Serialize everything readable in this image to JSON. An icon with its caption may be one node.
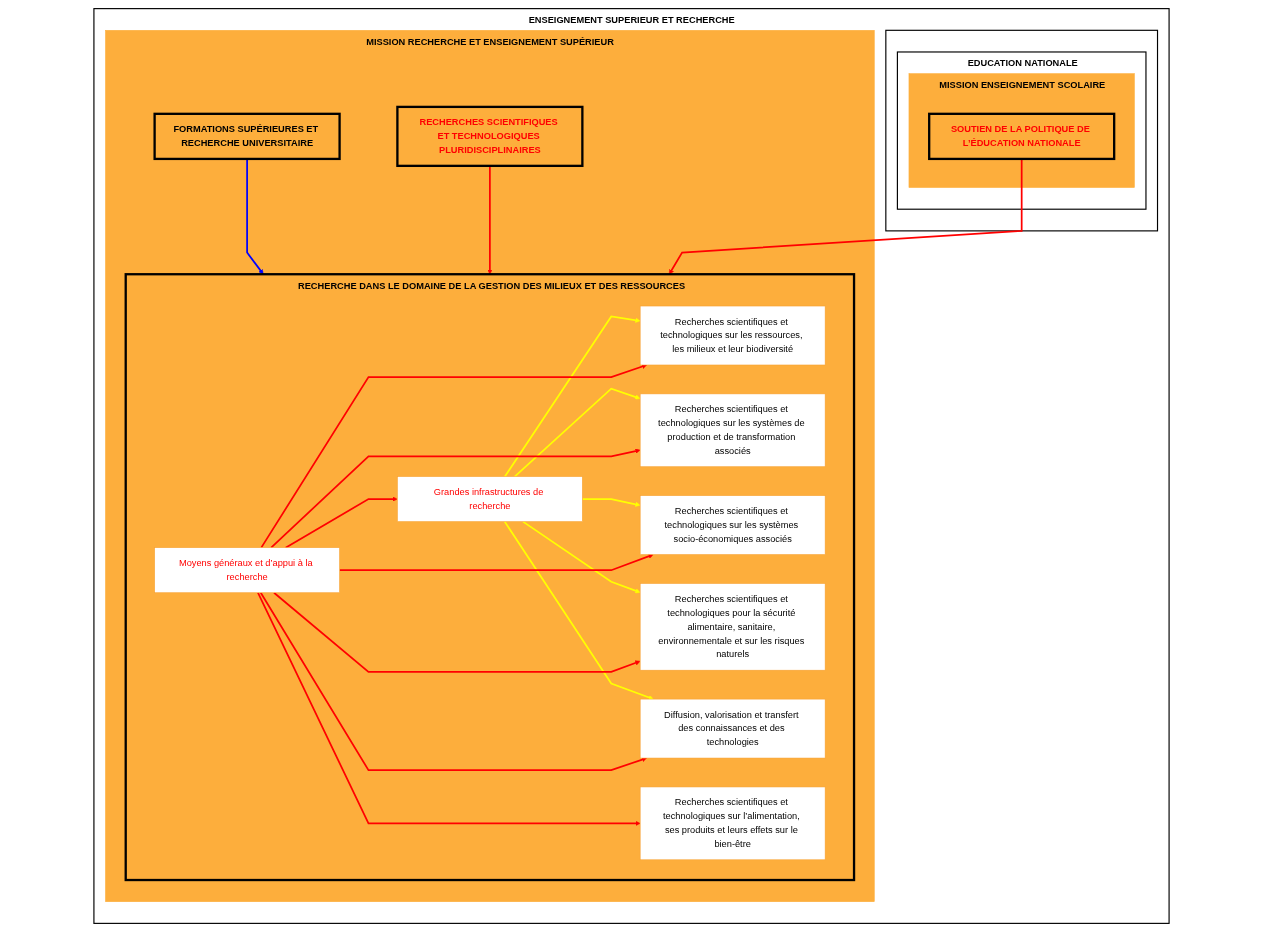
{
  "diagram": {
    "nodes": [
      {
        "text": [
          "ENSEIGNEMENT SUPERIEUR ET RECHERCHE"
        ]
      },
      {
        "text": [
          "MISSION RECHERCHE ET ENSEIGNEMENT SUPÉRIEUR"
        ],
        "in": 0
      },
      {
        "text": [
          "RECHERCHE DANS LE DOMAINE DE LA GESTION DES MILIEUX ET DES RESSOURCES"
        ],
        "in": 1
      },
      {
        "text": [
          "Recherches scientifiques et technologiques sur les ressources, les milieux et leur biodiversité"
        ],
        "in": 2
      },
      {
        "text": [
          "Recherches scientifiques et technologiques sur les systèmes de production et de transformation associés"
        ],
        "in": 2
      },
      {
        "text": [
          "Recherches scientifiques et technologiques sur les systèmes socio-économiques associés"
        ],
        "in": 2
      },
      {
        "text": [
          "Recherches scientifiques et technologiques sur l’alimentation, ses produits et leurs effets sur le bien-être"
        ],
        "in": 2
      },
      {
        "text": [
          "Recherches scientifiques et technologiques pour la sécurité alimentaire, sanitaire, environnementale et sur les risques naturels"
        ],
        "in": 2
      },
      {
        "text": [
          "Diffusion, valorisation et transfert des connaissances et des technologies"
        ],
        "in": 2
      },
      {
        "text": [
          "Grandes infrastructures de recherche"
        ],
        "in": 2
      },
      {
        "text": [
          "Moyens généraux et d’appui à la recherche"
        ],
        "in": 2
      },
      {
        "text": [
          "FORMATIONS SUPÉRIEURES ET RECHERCHE UNIVERSITAIRE"
        ],
        "in": 1
      },
      {
        "text": [
          "RECHERCHES SCIENTIFIQUES ET TECHNOLOGIQUES PLURIDISCIPLINAIRES"
        ],
        "in": 1
      },
      {
        "text": [],
        "shape": "box",
        "in": 0
      },
      {
        "text": [
          "EDUCATION NATIONALE"
        ],
        "in": 13
      },
      {
        "text": [
          "MISSION ENSEIGNEMENT SCOLAIRE"
        ],
        "in": 14
      },
      {
        "text": [
          "SOUTIEN DE LA POLITIQUE DE L’ÉDUCATION NATIONALE"
        ],
        "in": 15
      }
    ],
    "edges": [
      {
        "from": 11,
        "to": 2,
        "arrow": "to",
        "color": "#0000ff"
      },
      {
        "from": 12,
        "to": 2,
        "arrow": "to"
      },
      {
        "from": 16,
        "to": 2,
        "arrow": "to"
      },
      {
        "from": 9,
        "to": 3,
        "arrow": "to",
        "color": "#ffff00"
      },
      {
        "from": 9,
        "to": 4,
        "arrow": "to",
        "color": "#ffff00"
      },
      {
        "from": 9,
        "to": 5,
        "arrow": "to",
        "color": "#ffff00"
      },
      {
        "from": 9,
        "to": 7,
        "arrow": "to",
        "color": "#ffff00"
      },
      {
        "from": 9,
        "to": 8,
        "arrow": "to",
        "color": "#ffff00"
      },
      {
        "from": 10,
        "to": 3,
        "arrow": "to"
      },
      {
        "from": 10,
        "to": 4,
        "arrow": "to"
      },
      {
        "from": 10,
        "to": 5,
        "arrow": "to"
      },
      {
        "from": 10,
        "to": 6,
        "arrow": "to"
      },
      {
        "from": 10,
        "to": 7,
        "arrow": "to"
      },
      {
        "from": 10,
        "to": 8,
        "arrow": "to"
      },
      {
        "from": 10,
        "to": 9,
        "arrow": "to"
      }
    ]
  }
}
